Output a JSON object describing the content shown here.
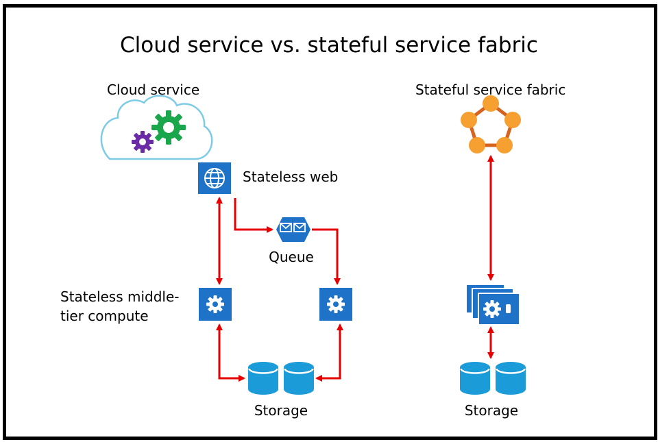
{
  "title": "Cloud service vs. stateful service fabric",
  "cloud_service": {
    "heading": "Cloud service",
    "stateless_web_label": "Stateless web",
    "queue_label": "Queue",
    "middle_tier_label_line1": "Stateless middle-",
    "middle_tier_label_line2": "tier compute",
    "storage_label": "Storage"
  },
  "stateful_fabric": {
    "heading": "Stateful service fabric",
    "storage_label": "Storage"
  },
  "icons": {
    "cloud": "cloud-gears-icon",
    "web": "globe-icon",
    "queue": "queue-envelope-icon",
    "compute": "gear-icon",
    "storage": "database-cylinder-icon",
    "fabric": "pentagon-cluster-icon",
    "stacked_compute": "stacked-gear-servers-icon"
  },
  "colors": {
    "azure_blue": "#1e73c8",
    "storage_blue": "#1b9bd7",
    "arrow_red": "#e60000",
    "fabric_orange": "#f5a030",
    "gear_green": "#1aa64a",
    "gear_purple": "#6b2aa6"
  }
}
